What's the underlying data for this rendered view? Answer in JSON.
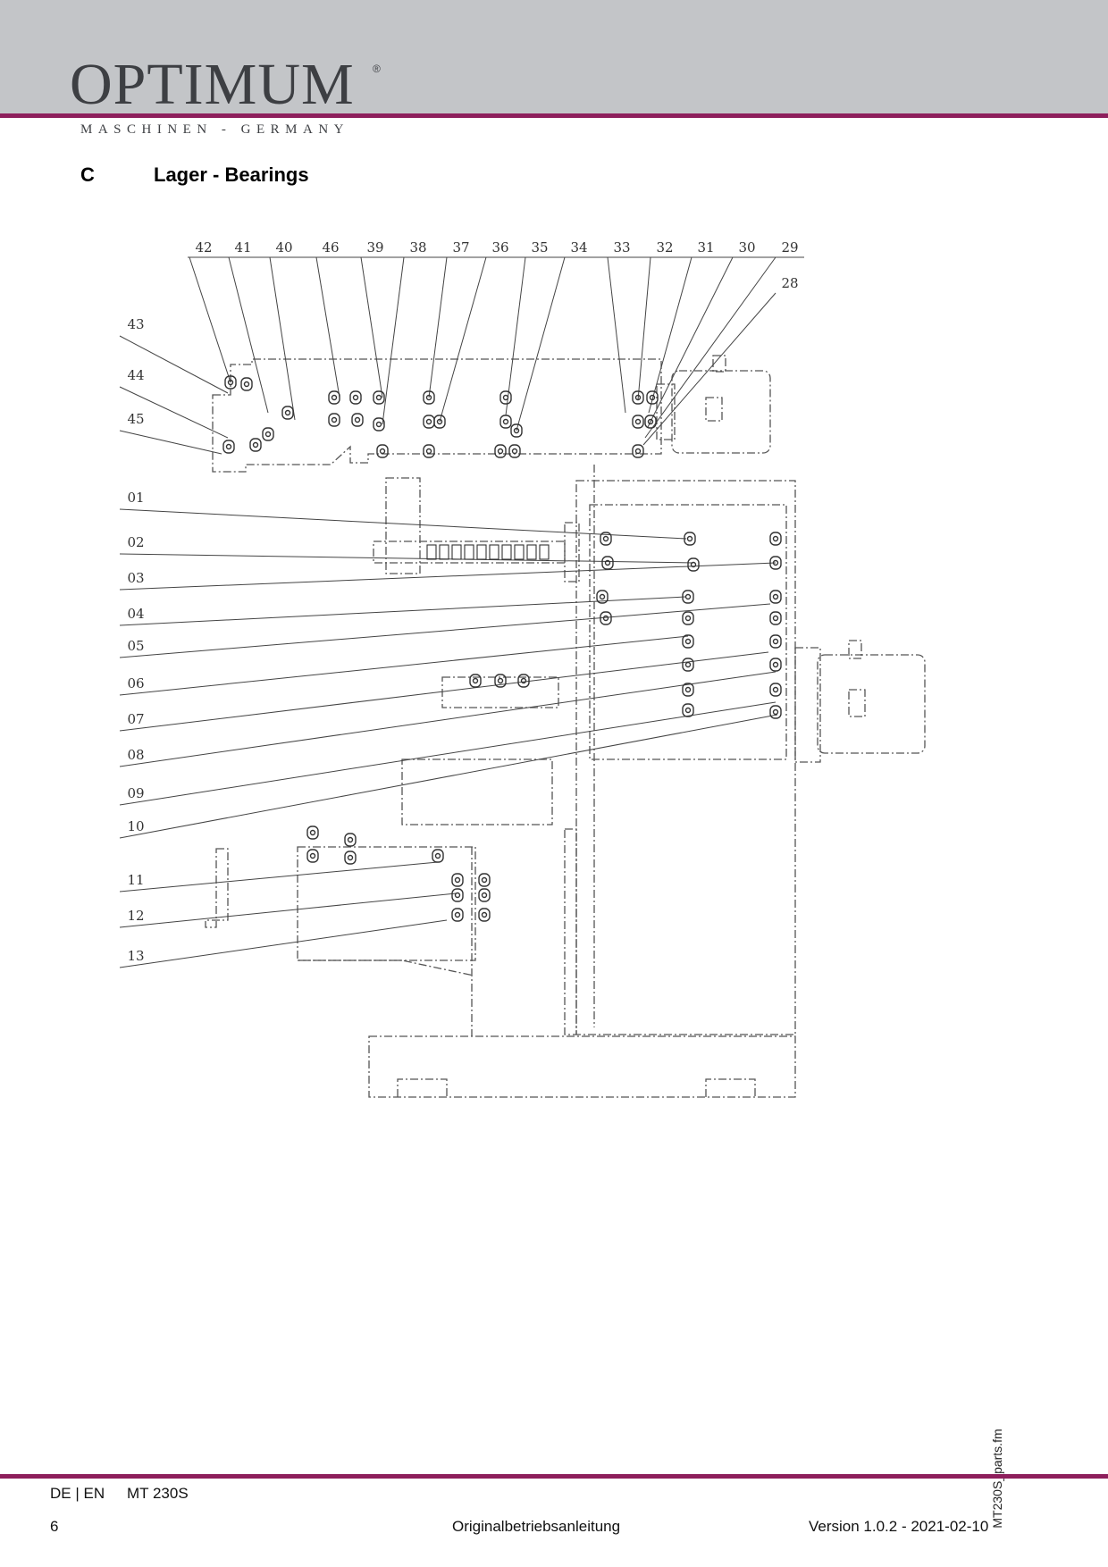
{
  "header": {
    "brand": "OPTIMUM",
    "registered": "®",
    "tagline": "MASCHINEN - GERMANY"
  },
  "section": {
    "letter": "C",
    "title": "Lager - Bearings"
  },
  "diagram": {
    "top_callouts": [
      "42",
      "41",
      "40",
      "46",
      "39",
      "38",
      "37",
      "36",
      "35",
      "34",
      "33",
      "32",
      "31",
      "30",
      "29",
      "28"
    ],
    "left_callouts": [
      "43",
      "44",
      "45",
      "01",
      "02",
      "03",
      "04",
      "05",
      "06",
      "07",
      "08",
      "09",
      "10",
      "11",
      "12",
      "13"
    ]
  },
  "side_note": "MT230S_parts.fm",
  "footer": {
    "language": "DE | EN",
    "model": "MT 230S",
    "page": "6",
    "document": "Originalbetriebsanleitung",
    "version": "Version 1.0.2 - 2021-02-10"
  },
  "colors": {
    "accent": "#8e1f5c",
    "header_band": "#c3c5c8",
    "logo": "#3d3f43"
  }
}
